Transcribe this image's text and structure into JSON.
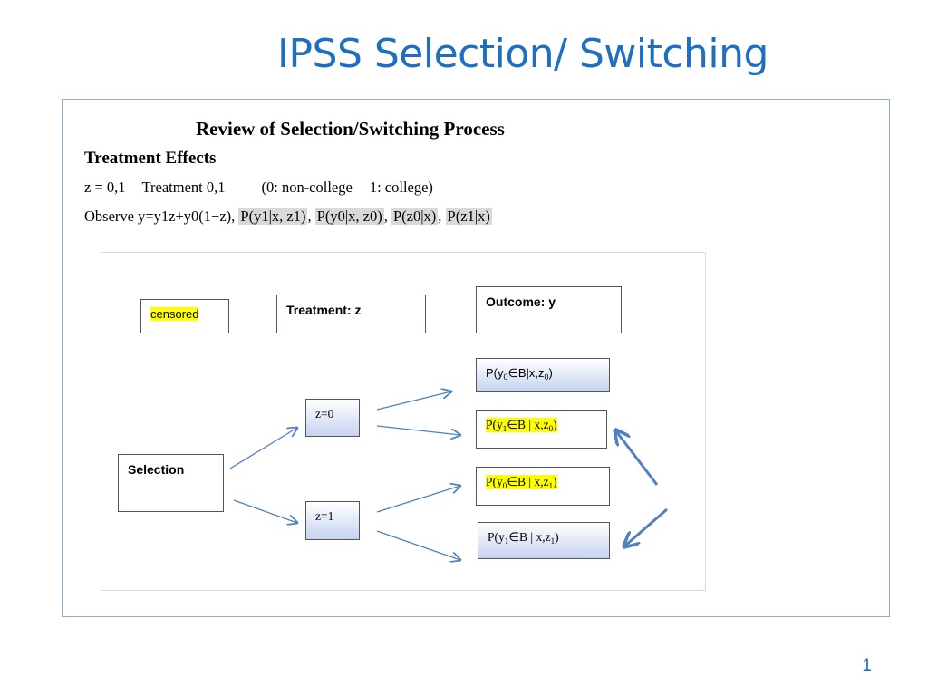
{
  "slide": {
    "title": "IPSS Selection/ Switching",
    "page_number": "1"
  },
  "content": {
    "review_title": "Review of Selection/Switching Process",
    "section_heading": "Treatment Effects",
    "line1": {
      "part1": "z = 0,1",
      "part2": "Treatment 0,1",
      "part3": "(0: non-college",
      "part4": "1: college)"
    },
    "line2": {
      "prefix": "Observe y=y1z+y0(1−z),",
      "terms": [
        "P(y1|x, z1)",
        "P(y0|x, z0)",
        "P(z0|x)",
        "P(z1|x)"
      ],
      "sep": ","
    }
  },
  "diagram": {
    "censored": "censored",
    "treatment": "Treatment: z",
    "outcome": "Outcome: y",
    "selection": "Selection",
    "z0": "z=0",
    "z1": "z=1",
    "p1": {
      "pre": "P(y",
      "sub1": "0",
      "mid": "∈B|x,z",
      "sub2": "0",
      "post": ")"
    },
    "p2": {
      "pre": "P(y",
      "sub1": "1",
      "mid": "∈B | x,z",
      "sub2": "0",
      "post": ")"
    },
    "p3": {
      "pre": "P(y",
      "sub1": "0",
      "mid": "∈B | x,z",
      "sub2": "1",
      "post": ")"
    },
    "p4": {
      "pre": "P(y",
      "sub1": "1",
      "mid": "∈B | x,z",
      "sub2": "1",
      "post": ")"
    }
  },
  "colors": {
    "title": "#1F6FC0",
    "arrow": "#4F81BD",
    "highlight": "#FFFF00",
    "grey_highlight": "#D9D9D9"
  }
}
